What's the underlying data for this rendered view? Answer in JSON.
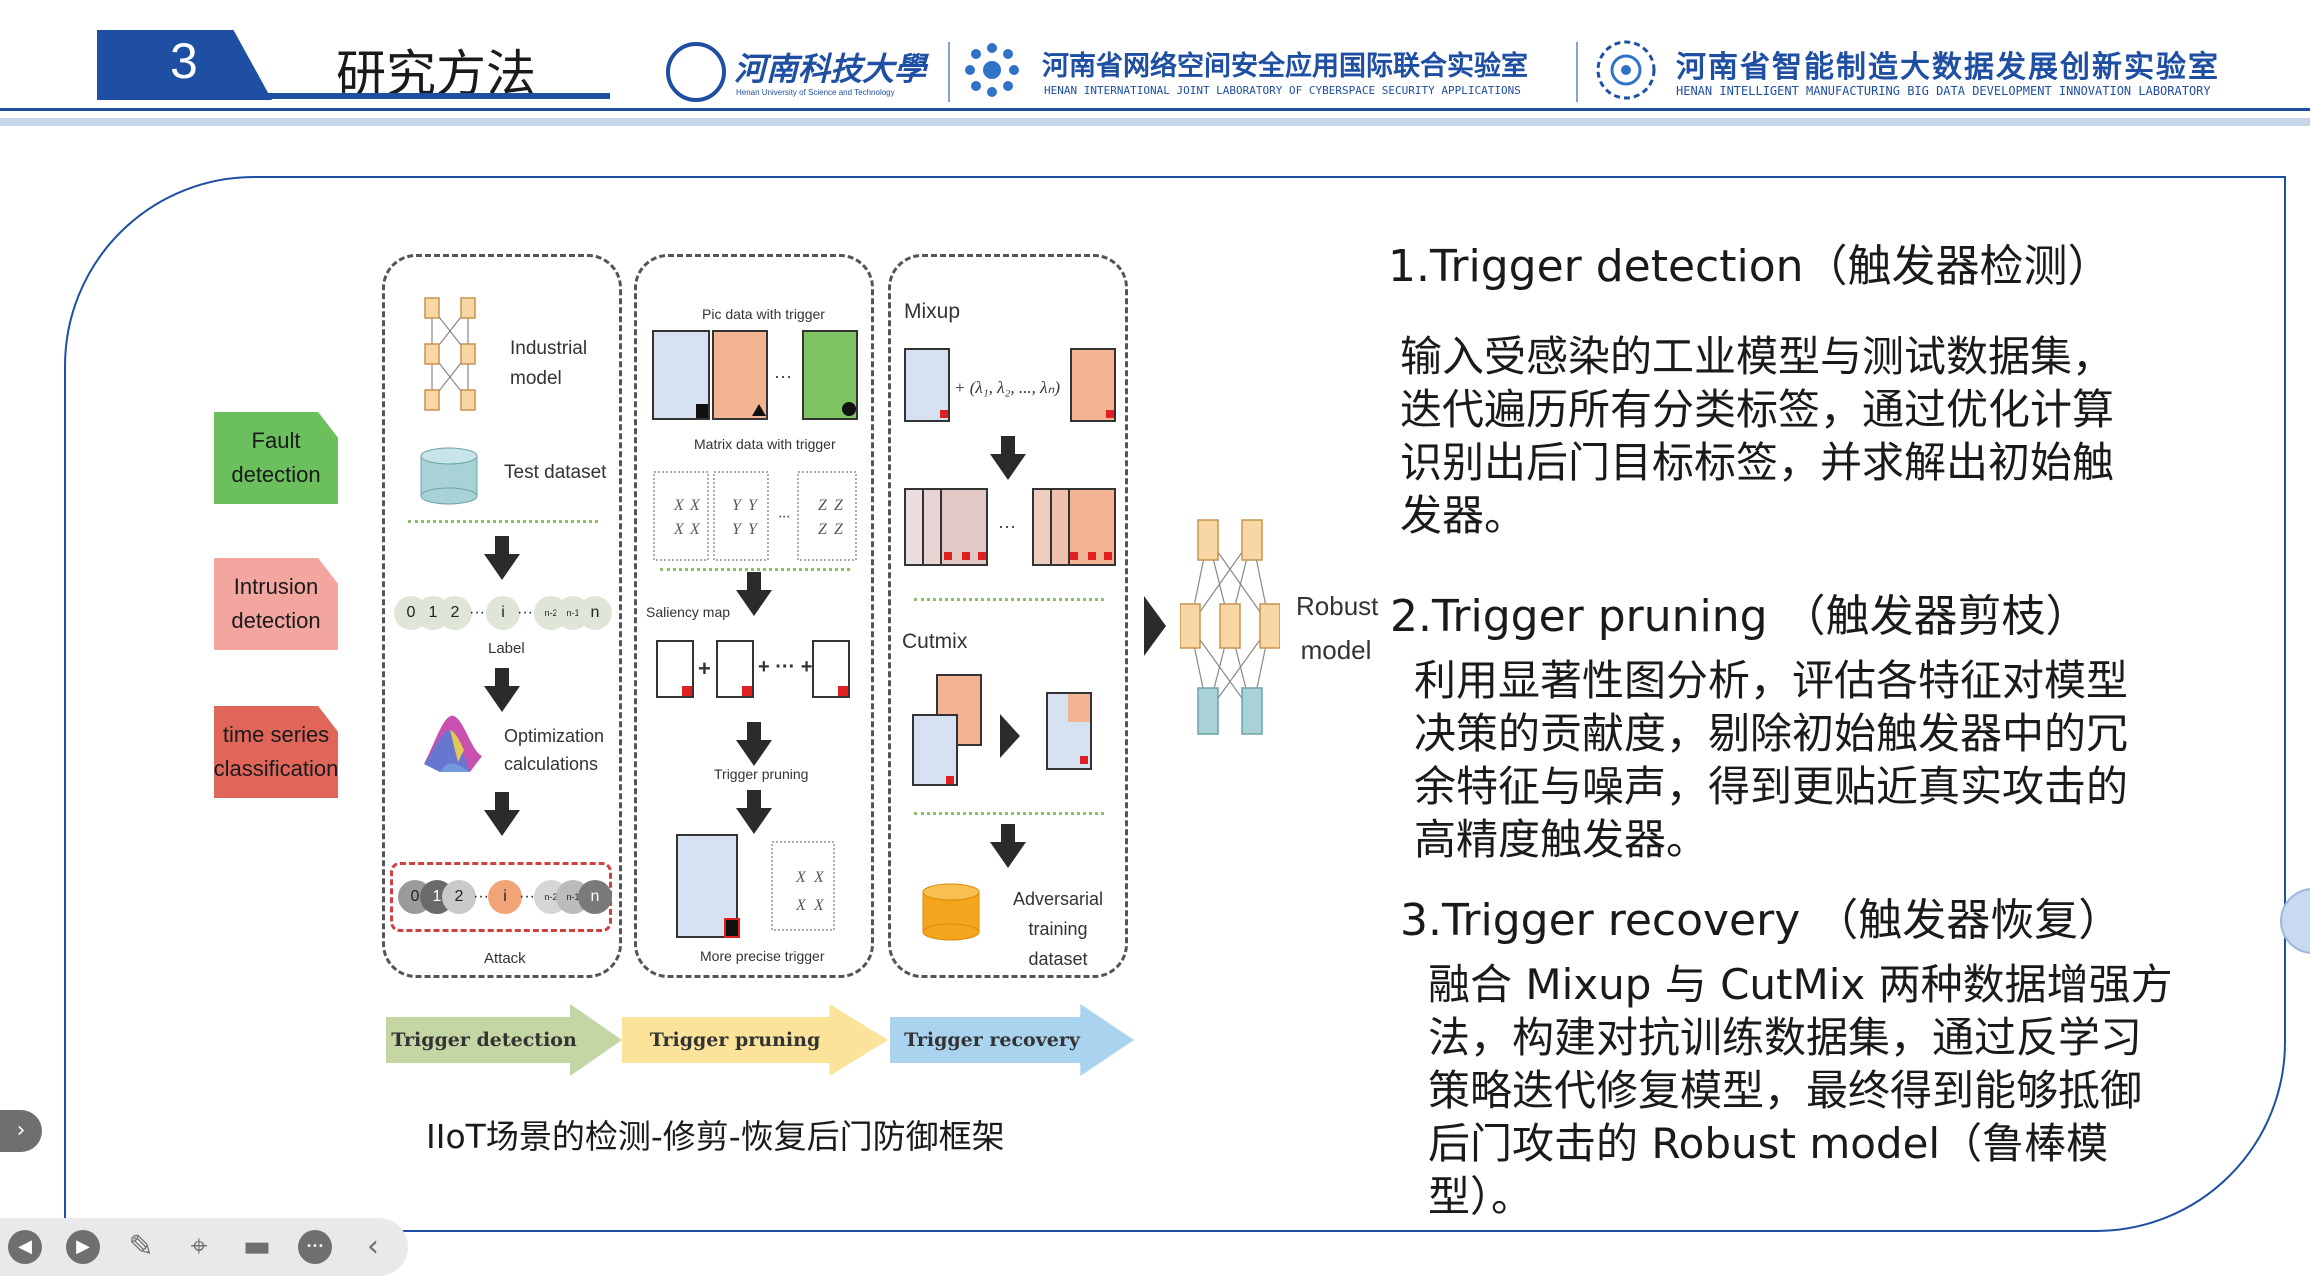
{
  "header": {
    "section_number": "3",
    "section_title": "研究方法",
    "logos": [
      {
        "name_cn": "河南科技大學",
        "name_en": "Henan University of Science and Technology"
      },
      {
        "name_cn": "河南省网络空间安全应用国际联合实验室",
        "name_en": "HENAN INTERNATIONAL JOINT LABORATORY OF CYBERSPACE SECURITY APPLICATIONS"
      },
      {
        "name_cn": "河南省智能制造大数据发展创新实验室",
        "name_en": "HENAN INTELLIGENT MANUFACTURING BIG DATA DEVELOPMENT INNOVATION LABORATORY"
      }
    ],
    "colors": {
      "accent": "#1f4fa3",
      "accent_light": "#c7d7ea"
    }
  },
  "diagram": {
    "side_tags": [
      {
        "label": "Fault detection",
        "color": "#6cbf5d"
      },
      {
        "label": "Intrusion detection",
        "color": "#f3a6a0"
      },
      {
        "label": "time series classification",
        "color": "#e0665a"
      }
    ],
    "panel1": {
      "industrial_model": "Industrial model",
      "test_dataset": "Test dataset",
      "label": "Label",
      "optimization": "Optimization calculations",
      "attack": "Attack",
      "nodes": [
        "0",
        "1",
        "2",
        "···",
        "i",
        "···",
        "n-2",
        "n-1",
        "n"
      ]
    },
    "panel2": {
      "pic_data": "Pic data with trigger",
      "matrix_data": "Matrix data with trigger",
      "saliency_map": "Saliency map",
      "trigger_pruning": "Trigger pruning",
      "more_precise": "More precise trigger",
      "ellipsis": "···"
    },
    "panel3": {
      "mixup": "Mixup",
      "lambda": "+ (λ₁, λ₂, ..., λₙ)",
      "cutmix": "Cutmix",
      "adversarial": "Adversarial training dataset"
    },
    "robust_model": "Robust model",
    "stages": [
      {
        "label": "Trigger detection",
        "color": "#c5d6a5"
      },
      {
        "label": "Trigger pruning",
        "color": "#fbe39a"
      },
      {
        "label": "Trigger recovery",
        "color": "#a9d3ee"
      }
    ],
    "caption": "IIoT场景的检测-修剪-恢复后门防御框架"
  },
  "text_sections": [
    {
      "heading": "1.Trigger detection（触发器检测）",
      "body": "输入受感染的工业模型与测试数据集，迭代遍历所有分类标签，通过优化计算识别出后门目标标签，并求解出初始触发器。"
    },
    {
      "heading": "2.Trigger pruning （触发器剪枝）",
      "body": "利用显著性图分析，评估各特征对模型决策的贡献度，剔除初始触发器中的冗余特征与噪声，得到更贴近真实攻击的高精度触发器。"
    },
    {
      "heading": "3.Trigger recovery （触发器恢复）",
      "body": "融合 Mixup 与 CutMix 两种数据增强方法，构建对抗训练数据集，通过反学习策略迭代修复模型，最终得到能够抵御后门攻击的 Robust model（鲁棒模型）。"
    }
  ],
  "toolbar": {
    "buttons": [
      {
        "icon": "prev-icon",
        "glyph": "◀"
      },
      {
        "icon": "next-icon",
        "glyph": "▶"
      },
      {
        "icon": "pen-icon",
        "glyph": "✎"
      },
      {
        "icon": "zoom-icon",
        "glyph": "⌖"
      },
      {
        "icon": "screen-icon",
        "glyph": "▬"
      },
      {
        "icon": "more-icon",
        "glyph": "•••"
      },
      {
        "icon": "collapse-icon",
        "glyph": "‹"
      }
    ],
    "side_toggle": "›"
  }
}
